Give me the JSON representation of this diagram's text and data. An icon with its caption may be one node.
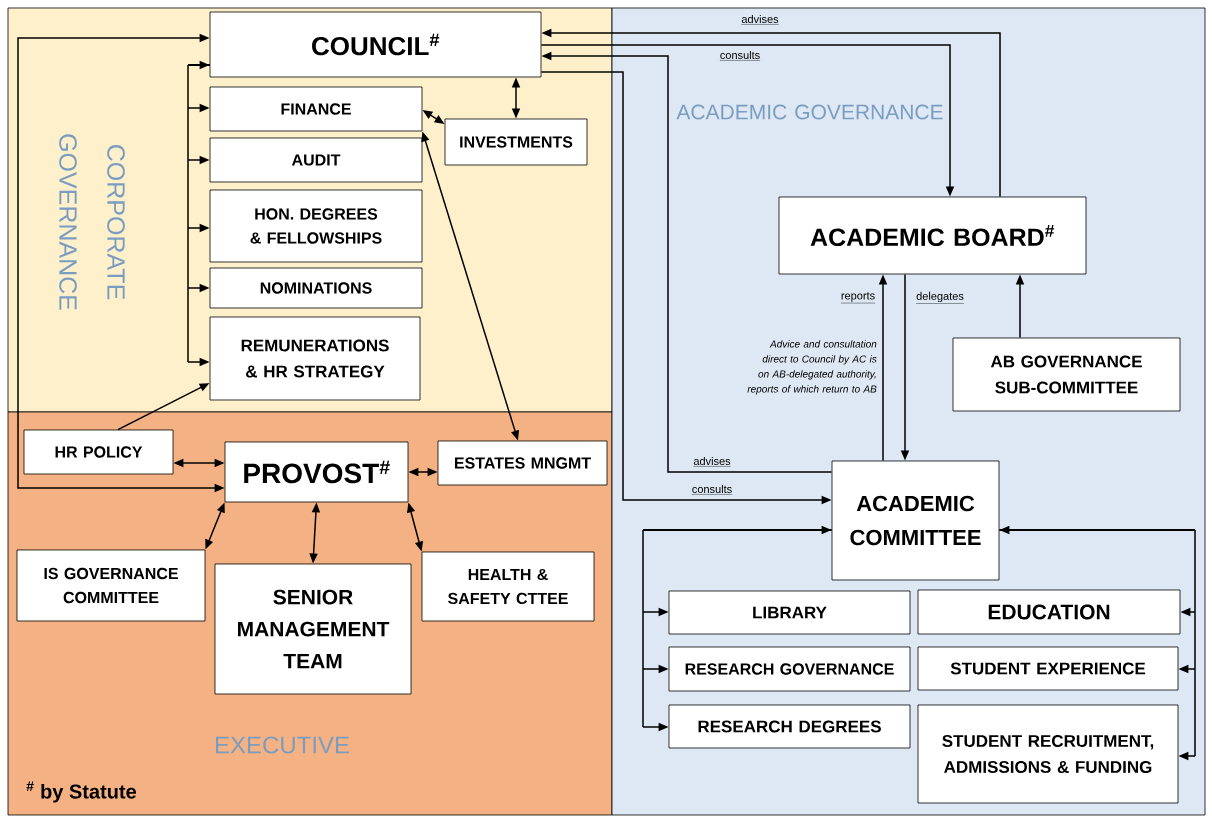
{
  "diagram": {
    "nodes": [
      {
        "text": [
          "CORPORATE GOVERNANCE"
        ]
      },
      {
        "text": [
          "COUNCIL$^{#}$"
        ],
        "in": 0
      },
      {
        "text": [
          "FINANCE"
        ],
        "in": 0
      },
      {
        "text": [
          "INVESTMENTS"
        ],
        "in": 0
      },
      {
        "text": [
          "AUDIT"
        ],
        "in": 0
      },
      {
        "text": [
          "HON. DEGREES & FELLOWSHIPS"
        ],
        "in": 0
      },
      {
        "text": [
          "NOMINATIONS"
        ],
        "in": 0
      },
      {
        "text": [
          "REMUNERATIONS & HR STRATEGY"
        ],
        "in": 0
      },
      {
        "text": [
          "EXECUTIVE"
        ]
      },
      {
        "text": [
          "HR POLICY"
        ],
        "in": 8
      },
      {
        "text": [
          "PROVOST$^{#}$"
        ],
        "in": 8
      },
      {
        "text": [
          "ESTATES MNGMT"
        ],
        "in": 8
      },
      {
        "text": [
          "IS GOVERNANCE COMMITTEE"
        ],
        "in": 8
      },
      {
        "text": [
          "SENIOR MANAGEMENT TEAM"
        ],
        "in": 8
      },
      {
        "text": [
          "HEALTH & SAFETY CTTEE"
        ],
        "in": 8
      },
      {
        "text": [
          "ACADEMIC GOVERNANCE"
        ]
      },
      {
        "text": [
          "ACADEMIC BOARD$^{#}$"
        ],
        "in": 15
      },
      {
        "text": [
          "AB GOVERNANCE SUB-COMMITTEE"
        ],
        "in": 15
      },
      {
        "text": [
          "ACADEMIC COMMITTEE"
        ],
        "in": 15
      },
      {
        "text": [
          "LIBRARY"
        ],
        "in": 15
      },
      {
        "text": [
          "EDUCATION"
        ],
        "in": 15
      },
      {
        "text": [
          "RESEARCH GOVERNANCE"
        ],
        "in": 15
      },
      {
        "text": [
          "STUDENT EXPERIENCE"
        ],
        "in": 15
      },
      {
        "text": [
          "RESEARCH DEGREES"
        ],
        "in": 15
      },
      {
        "text": [
          "STUDENT RECRUITMENT, ADMISSIONS & FUNDING"
        ],
        "in": 15
      }
    ],
    "edges": [
      {
        "from": 1,
        "to": 10,
        "arrow": "both"
      },
      {
        "from": 1,
        "to": 2,
        "arrow": "both"
      },
      {
        "from": 1,
        "to": 4,
        "arrow": "both"
      },
      {
        "from": 1,
        "to": 5,
        "arrow": "both"
      },
      {
        "from": 1,
        "to": 6,
        "arrow": "both"
      },
      {
        "from": 1,
        "to": 7,
        "arrow": "both"
      },
      {
        "from": 1,
        "to": 3,
        "arrow": "both"
      },
      {
        "from": 2,
        "to": 3,
        "arrow": "both"
      },
      {
        "from": 2,
        "to": 11,
        "arrow": "both"
      },
      {
        "from": 9,
        "to": 7,
        "arrow": "to"
      },
      {
        "from": 9,
        "to": 10,
        "arrow": "both"
      },
      {
        "from": 10,
        "to": 11,
        "arrow": "both"
      },
      {
        "from": 10,
        "to": 12,
        "arrow": "both"
      },
      {
        "from": 10,
        "to": 13,
        "arrow": "both"
      },
      {
        "from": 10,
        "to": 14,
        "arrow": "both"
      },
      {
        "from": 16,
        "to": 1,
        "arrow": "to",
        "label": "advises"
      },
      {
        "from": 1,
        "to": 16,
        "arrow": "to",
        "label": "consults"
      },
      {
        "from": 18,
        "to": 1,
        "arrow": "to",
        "label": "advises"
      },
      {
        "from": 1,
        "to": 18,
        "arrow": "to",
        "label": "consults"
      },
      {
        "from": 18,
        "to": 16,
        "arrow": "to",
        "label": "reports"
      },
      {
        "from": 16,
        "to": 18,
        "arrow": "to",
        "label": "delegates"
      },
      {
        "from": 17,
        "to": 16,
        "arrow": "to"
      },
      {
        "from": 18,
        "to": 19,
        "arrow": "both"
      },
      {
        "from": 18,
        "to": 21,
        "arrow": "both"
      },
      {
        "from": 18,
        "to": 23,
        "arrow": "both"
      },
      {
        "from": 18,
        "to": 20,
        "arrow": "both"
      },
      {
        "from": 18,
        "to": 22,
        "arrow": "both"
      },
      {
        "from": 18,
        "to": 24,
        "arrow": "both"
      }
    ],
    "labels": [
      "Advice and consultation direct to Council by AC is on AB-delegated authority, reports of which return to AB",
      "$^{#}$ by Statute"
    ]
  }
}
